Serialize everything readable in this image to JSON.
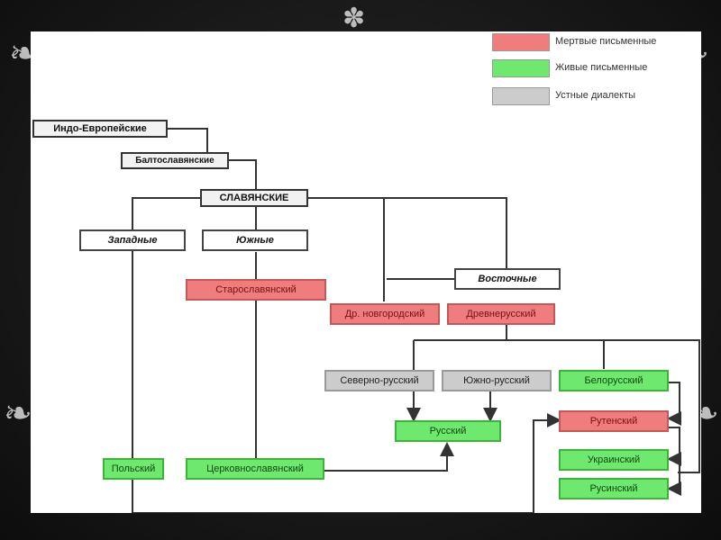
{
  "legend": [
    {
      "label": "Мертвые письменные",
      "color": "#ef7d7d"
    },
    {
      "label": "Живые письменные",
      "color": "#6fe86f"
    },
    {
      "label": "Устные диалекты",
      "color": "#cccccc"
    }
  ],
  "nodes": {
    "indo_european": "Индо-Европейские",
    "balto_slavic": "Балтославянские",
    "slavic": "СЛАВЯНСКИЕ",
    "western": "Западные",
    "southern": "Южные",
    "eastern": "Восточные",
    "old_slavonic": "Старославянский",
    "old_novgorod": "Др. новгородский",
    "old_russian": "Древнерусский",
    "north_russian": "Северно-русский",
    "south_russian": "Южно-русский",
    "belarusian": "Белорусский",
    "ruthenian": "Рутенский",
    "russian": "Русский",
    "ukrainian": "Украинский",
    "rusyn": "Русинский",
    "polish": "Польский",
    "church_slavonic": "Церковнославянский"
  },
  "colors": {
    "dead": "#ef7d7d",
    "live": "#6fe86f",
    "oral": "#cccccc",
    "line": "#333333"
  }
}
